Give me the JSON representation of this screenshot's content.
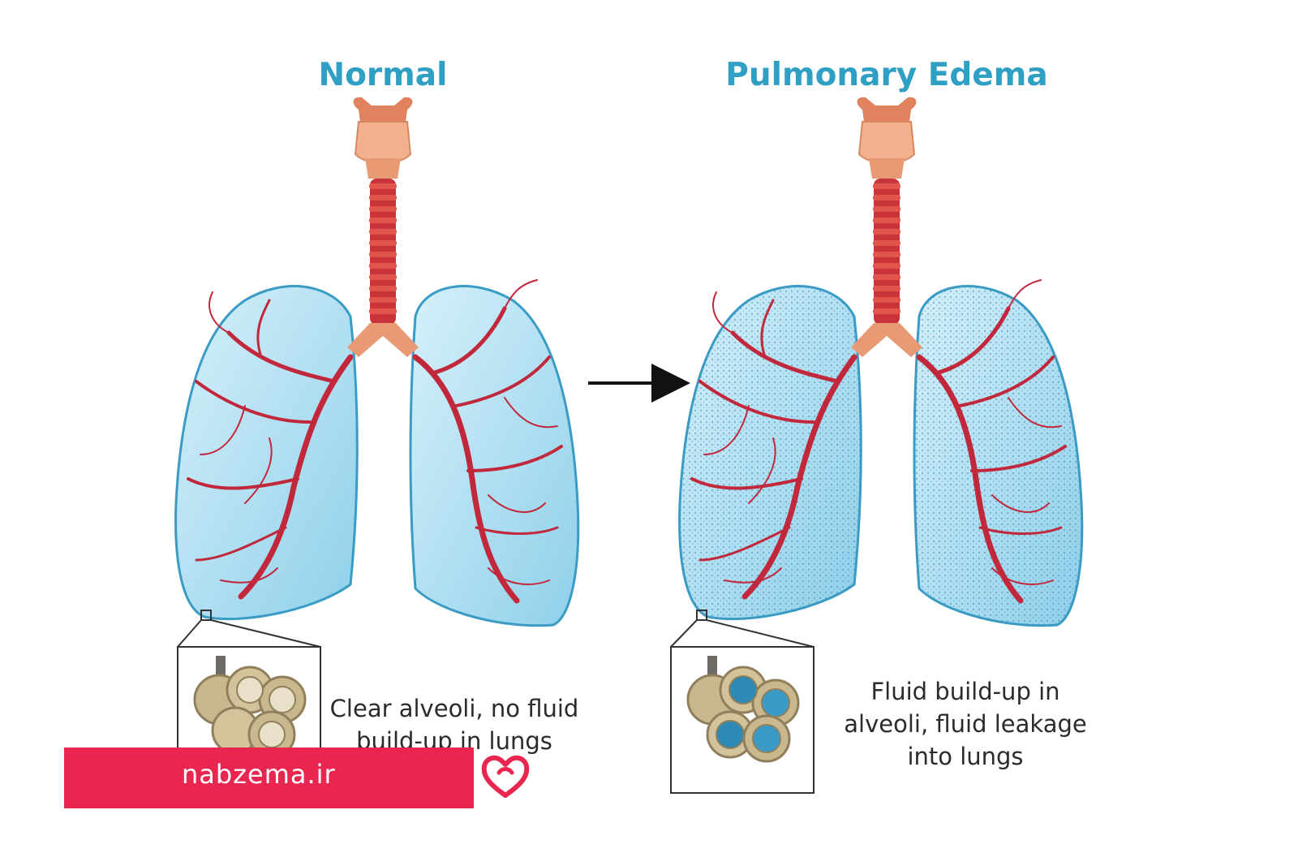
{
  "panels": {
    "normal": {
      "title": "Normal",
      "caption": "Clear alveoli, no fluid build-up in lungs"
    },
    "edema": {
      "title": "Pulmonary Edema",
      "caption": "Fluid build-up in alveoli, fluid leakage into lungs"
    }
  },
  "watermark": {
    "text": "nabzema.ir",
    "logo_icon": "heart-logo-icon"
  },
  "colors": {
    "title": "#2f9fc4",
    "lung_fill": "#a8dcef",
    "lung_edge": "#3a9cc4",
    "vessel": "#c2283b",
    "trachea": "#d64a3a",
    "larynx": "#f2b08c",
    "fluid": "#3a9ac8",
    "banner": "#e8264f"
  },
  "icons": {
    "arrow": "right-arrow-icon",
    "zoom_box": "magnifier-inset-icon"
  }
}
